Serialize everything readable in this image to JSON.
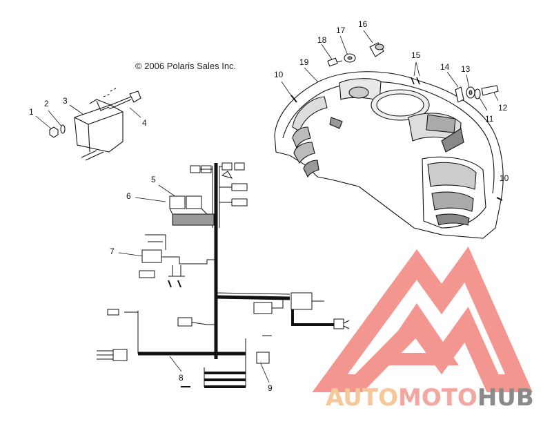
{
  "copyright": "© 2006 Polaris Sales Inc.",
  "callouts": [
    "1",
    "2",
    "3",
    "4",
    "5",
    "6",
    "7",
    "8",
    "9",
    "10",
    "10",
    "11",
    "12",
    "13",
    "14",
    "15",
    "16",
    "17",
    "18",
    "19"
  ],
  "watermark": {
    "part1": "AUTO",
    "part2": "MOTO",
    "part3": "HUB",
    "colors": {
      "auto": "#f6c79a",
      "moto": "#f4a6a0",
      "hub": "#8a8a8a",
      "logo": "#f28b85"
    }
  }
}
